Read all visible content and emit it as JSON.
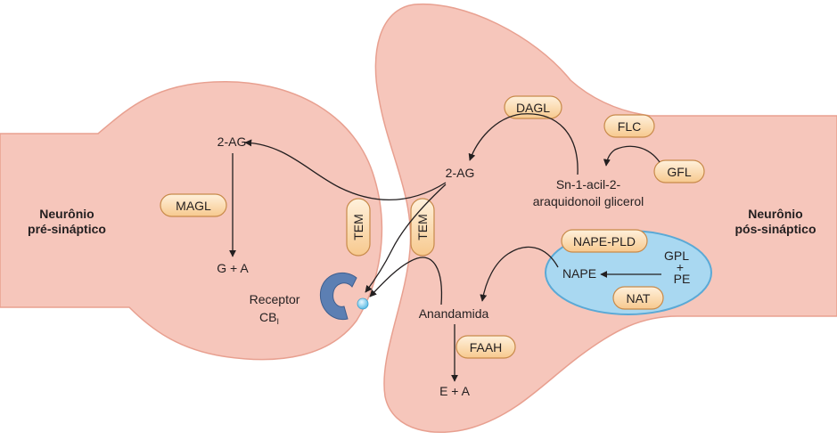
{
  "neurons": {
    "pre": {
      "line1": "Neurônio",
      "line2": "pré-sináptico"
    },
    "post": {
      "line1": "Neurônio",
      "line2": "pós-sináptico"
    }
  },
  "presynaptic": {
    "two_ag": "2-AG",
    "magl": "MAGL",
    "products": "G + A",
    "receptor_line1": "Receptor",
    "receptor_line2": "CB",
    "receptor_sub": "I"
  },
  "transporters": {
    "left": "TEM",
    "right": "TEM"
  },
  "postsynaptic": {
    "dagl": "DAGL",
    "flc": "FLC",
    "gfl": "GFL",
    "two_ag": "2-AG",
    "sn_line1": "Sn-1-acil-2-",
    "sn_line2": "araquidonoil glicerol",
    "nape_pld": "NAPE-PLD",
    "nape": "NAPE",
    "gpl": "GPL",
    "plus": "+",
    "pe": "PE",
    "nat": "NAT",
    "anandamide": "Anandamida",
    "faah": "FAAH",
    "products": "E + A"
  },
  "colors": {
    "cell_fill": "#f6c6bb",
    "cell_stroke": "#e8a090",
    "enzyme_fill": "#fbd9ad",
    "enzyme_stroke": "#c88a4a",
    "membrane_fill": "#a9d8f1",
    "membrane_stroke": "#5aa9d6",
    "receptor": "#5c7fb3",
    "ligand": "#7fd0f0"
  }
}
